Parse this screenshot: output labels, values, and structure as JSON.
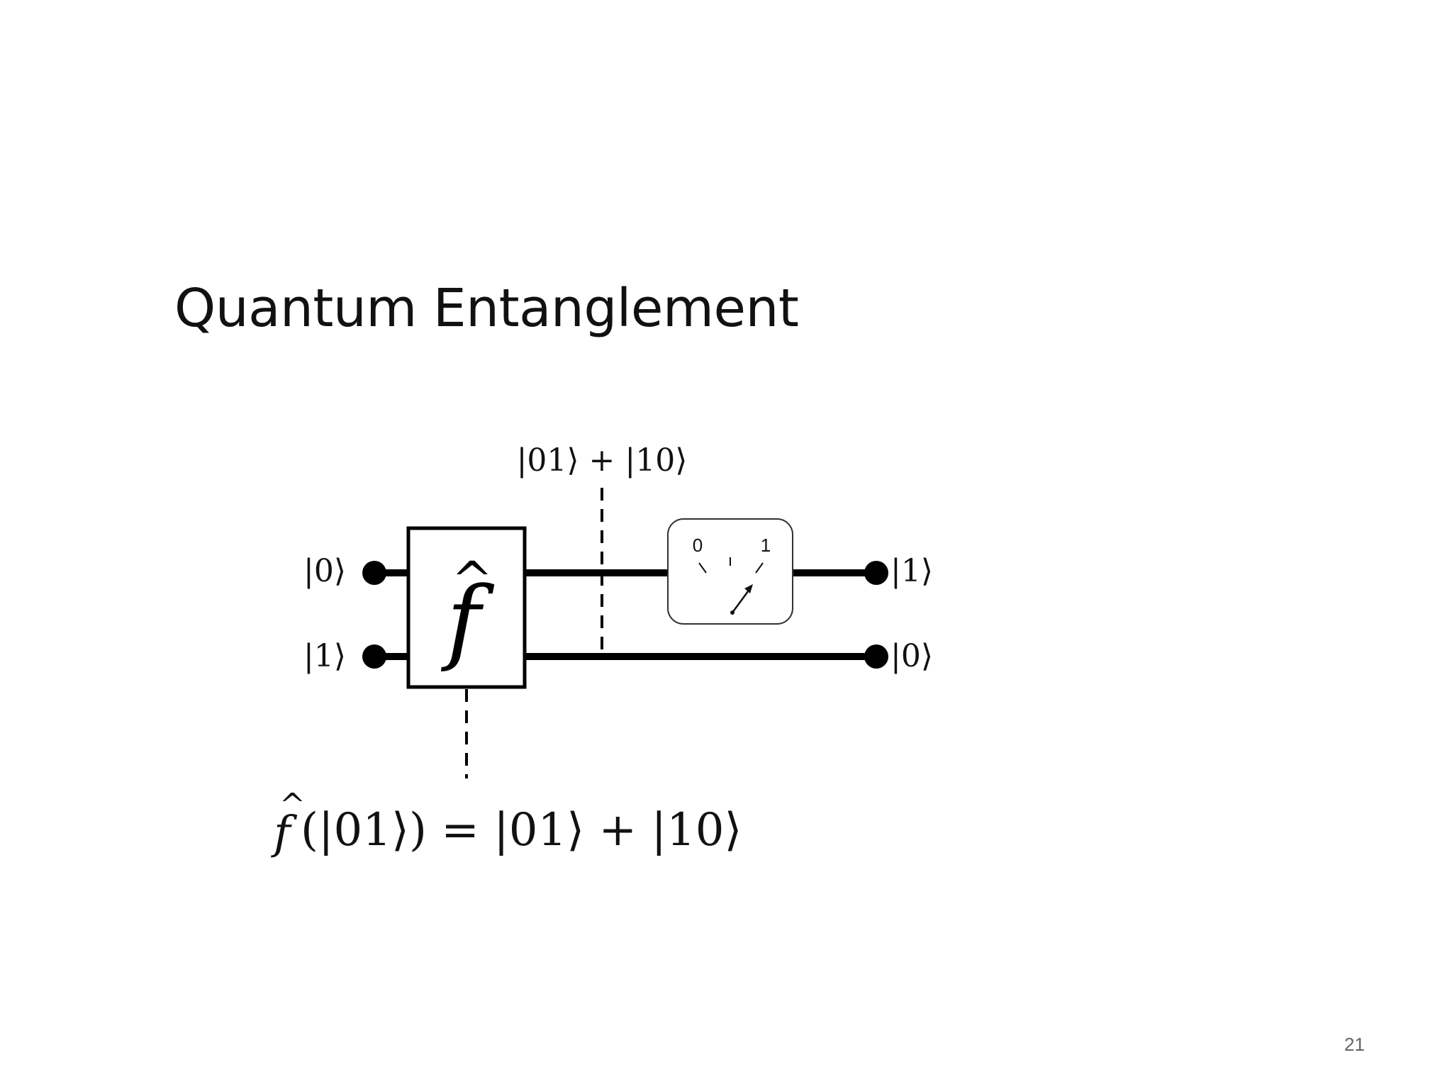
{
  "slide": {
    "title": "Quantum Entanglement",
    "page_number": "21"
  },
  "circuit": {
    "inputs": {
      "top": "|0⟩",
      "bottom": "|1⟩"
    },
    "outputs": {
      "top": "|1⟩",
      "bottom": "|0⟩"
    },
    "gate_symbol": "f",
    "gate_hat": "^",
    "intermediate_state": "|01⟩ + |10⟩",
    "meter": {
      "left_label": "0",
      "right_label": "1"
    },
    "equation": {
      "function": "f",
      "hat": "^",
      "rest": "(|01⟩) = |01⟩ + |10⟩"
    }
  }
}
